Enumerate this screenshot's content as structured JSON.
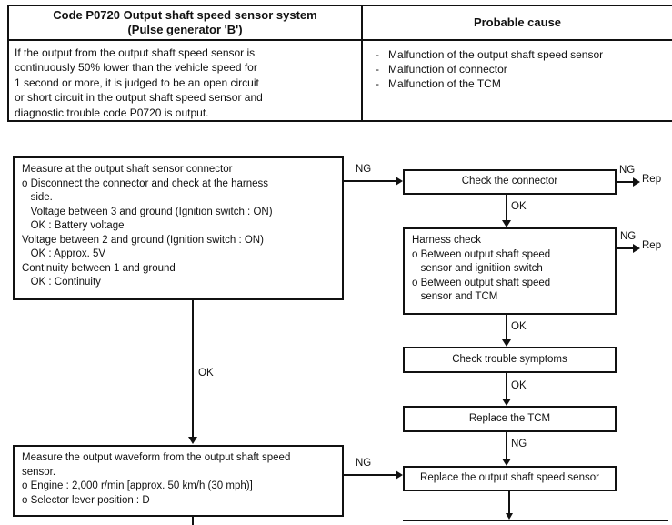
{
  "table": {
    "bullet": "-",
    "header": {
      "code_line1": "Code P0720 Output shaft speed sensor system",
      "code_line2": "(Pulse generator 'B')",
      "probable_cause": "Probable cause"
    },
    "description_lines": [
      "If the output from the output shaft speed sensor is",
      "continuously 50% lower than the vehicle speed for",
      "1 second or more, it is judged to be an open circuit",
      "or short circuit in the output shaft speed sensor and",
      "diagnostic trouble code P0720 is output."
    ],
    "causes": [
      "Malfunction of the output shaft speed sensor",
      "Malfunction of connector",
      "Malfunction of the TCM"
    ]
  },
  "flowchart": {
    "labels": {
      "ng": "NG",
      "ok": "OK",
      "rep": "Rep"
    },
    "measure_connector_box": {
      "lines": [
        "Measure at the output shaft sensor connector",
        "o Disconnect the connector and check at the harness",
        "   side.",
        "   Voltage between 3 and ground (Ignition switch : ON)",
        "   OK : Battery voltage",
        "Voltage between 2 and ground (Ignition switch : ON)",
        "   OK : Approx. 5V",
        "Continuity between 1 and ground",
        "   OK : Continuity"
      ]
    },
    "check_connector_box": {
      "label": "Check the connector"
    },
    "harness_check_box": {
      "lines": [
        "Harness check",
        "o Between output shaft speed",
        "   sensor and ignitiion switch",
        "o Between output shaft speed",
        "   sensor and TCM"
      ]
    },
    "check_trouble_box": {
      "label": "Check trouble symptoms"
    },
    "replace_tcm_box": {
      "label": "Replace the TCM"
    },
    "measure_waveform_box": {
      "lines": [
        "Measure the output waveform from the output shaft speed",
        "sensor.",
        "o Engine : 2,000 r/min [approx. 50 km/h (30 mph)]",
        "o Selector lever position : D"
      ]
    },
    "replace_sensor_box": {
      "label": "Replace the output shaft speed sensor"
    }
  }
}
